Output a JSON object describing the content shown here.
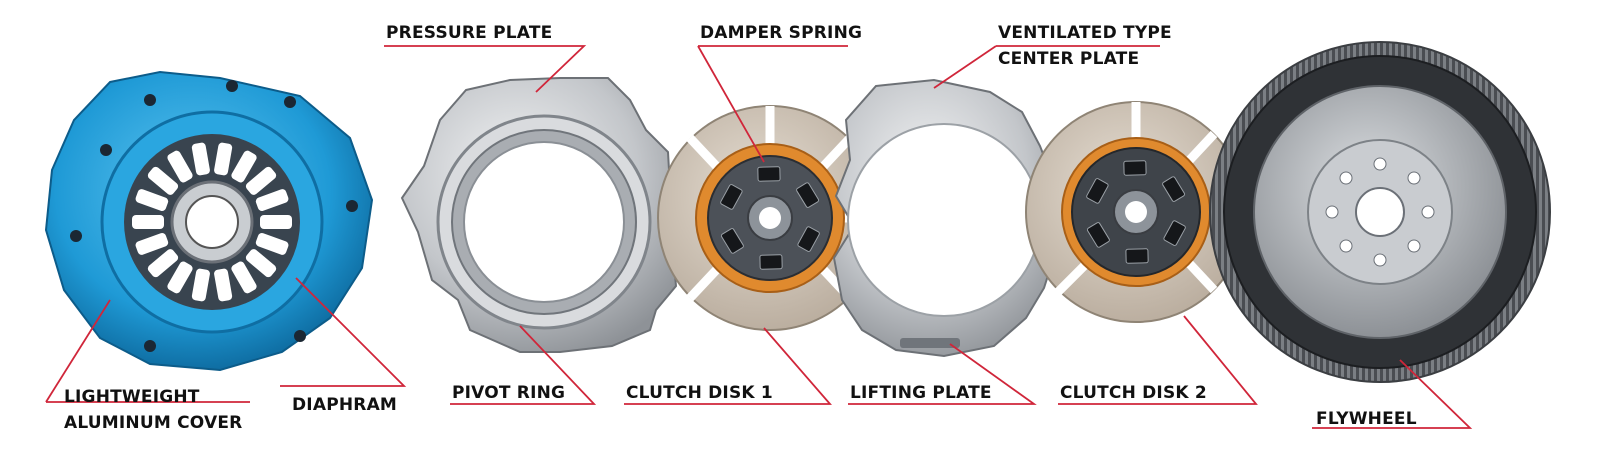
{
  "labels": {
    "pressure_plate": "PRESSURE PLATE",
    "damper_spring": "DAMPER SPRING",
    "center_plate_line1": "VENTILATED TYPE",
    "center_plate_line2": "CENTER PLATE",
    "cover_line1": "LIGHTWEIGHT",
    "cover_line2": "ALUMINUM COVER",
    "diaphram": "DIAPHRAM",
    "pivot_ring": "PIVOT RING",
    "clutch_disk_1": "CLUTCH DISK 1",
    "lifting_plate": "LIFTING PLATE",
    "clutch_disk_2": "CLUTCH DISK 2",
    "flywheel": "FLYWHEEL"
  },
  "colors": {
    "leader_line": "#d0263a",
    "cover_blue": "#1f9ad6",
    "friction_orange": "#e08a2e",
    "steel": "#b9bcc0",
    "dark_steel": "#3a3d42"
  }
}
